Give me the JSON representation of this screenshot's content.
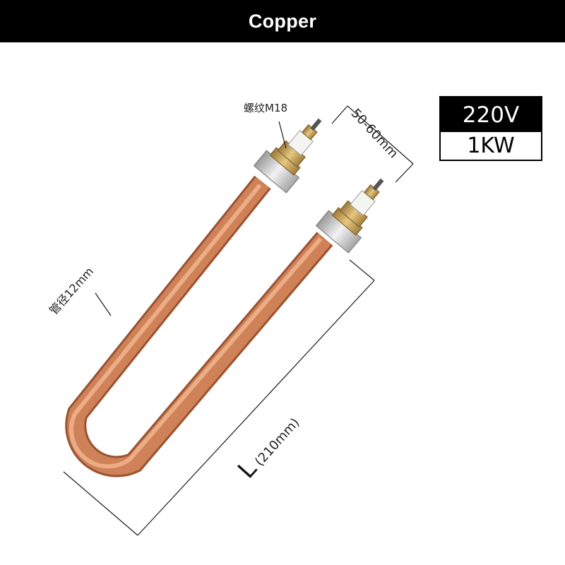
{
  "banner": {
    "title": "Copper"
  },
  "specs": {
    "voltage": "220V",
    "power": "1KW"
  },
  "annotations": {
    "thread": "螺纹M18",
    "pipe_diameter": "管径12mm",
    "terminal_length": "50-60mm",
    "length_letter": "L",
    "length_value": "(210mm)"
  },
  "colors": {
    "banner_bg": "#000000",
    "copper": "#c97a4f",
    "copper_highlight": "#f0b48a",
    "brass": "#c9a35a"
  }
}
